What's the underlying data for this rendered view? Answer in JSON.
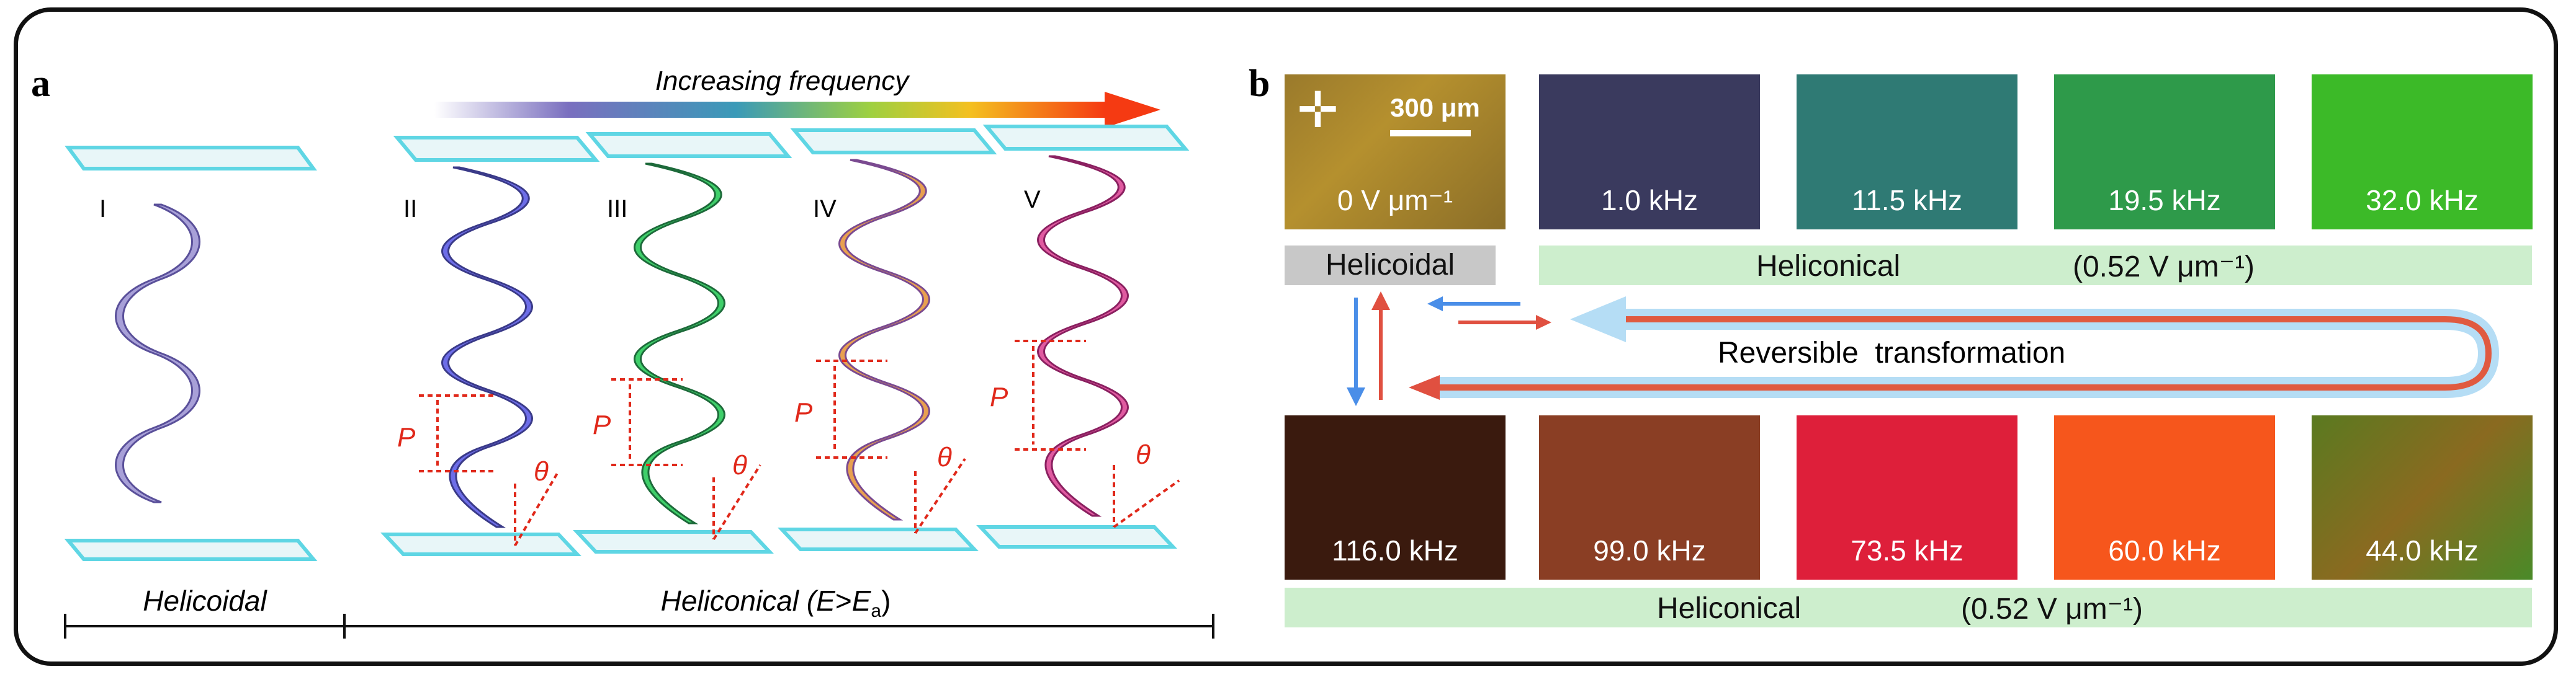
{
  "panel_a": {
    "label": "a",
    "top_arrow_text": "Increasing frequency",
    "roman": [
      "I",
      "II",
      "III",
      "IV",
      "V"
    ],
    "pitch": "P",
    "angle": "θ",
    "helicoidal": "Helicoidal",
    "heliconical": {
      "prefix": "Heliconical (",
      "var": "E",
      "gt": ">",
      "sym": "E",
      "sub": "a",
      "suffix": ")"
    }
  },
  "panel_b": {
    "label": "b",
    "scale_bar": "300 μm",
    "top_row": [
      "0 V μm⁻¹",
      "1.0 kHz",
      "11.5 kHz",
      "19.5 kHz",
      "32.0 kHz"
    ],
    "bottom_row": [
      "116.0 kHz",
      "99.0 kHz",
      "73.5 kHz",
      "60.0 kHz",
      "44.0 kHz"
    ],
    "helicoidal_label": "Helicoidal",
    "heliconical_label": "Heliconical",
    "field_label": "(0.52 V μm⁻¹)",
    "reversible": "Reversible  transformation"
  },
  "colors": {
    "blue_arrow": "#4a8ee8",
    "red_arrow": "#e05040",
    "cyan_plate": "#7ee0ea",
    "heliconical_bar": "#cdeecd",
    "helicoidal_bar": "#c8c8c8"
  }
}
